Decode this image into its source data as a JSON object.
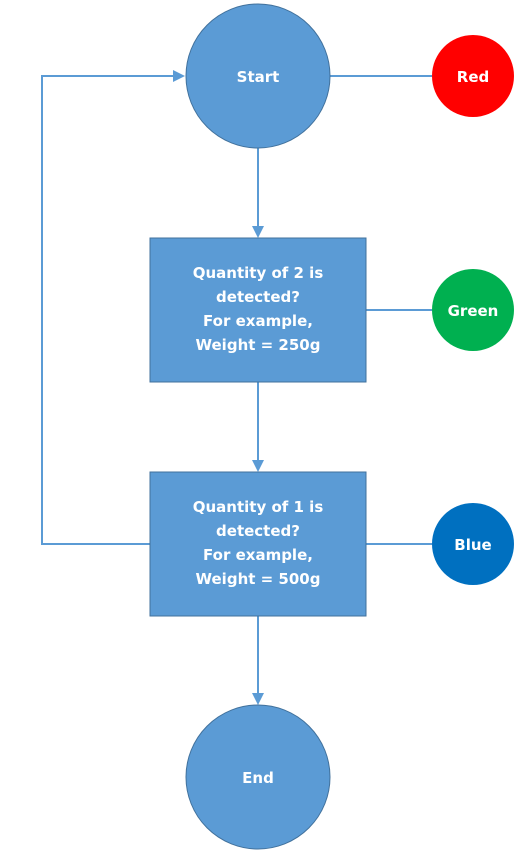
{
  "flowchart": {
    "start": {
      "label": "Start"
    },
    "end": {
      "label": "End"
    },
    "step1": {
      "lines": [
        "Quantity of 2 is",
        "detected?",
        "For example,",
        "Weight = 250g"
      ]
    },
    "step2": {
      "lines": [
        "Quantity of 1 is",
        "detected?",
        "For example,",
        "Weight = 500g"
      ]
    },
    "outputs": {
      "red": {
        "label": "Red",
        "color": "#ff0000"
      },
      "green": {
        "label": "Green",
        "color": "#00b050"
      },
      "blue": {
        "label": "Blue",
        "color": "#0070c0"
      }
    },
    "colors": {
      "node_fill": "#5b9bd5",
      "node_stroke": "#41719c",
      "connector": "#5b9bd5"
    }
  }
}
